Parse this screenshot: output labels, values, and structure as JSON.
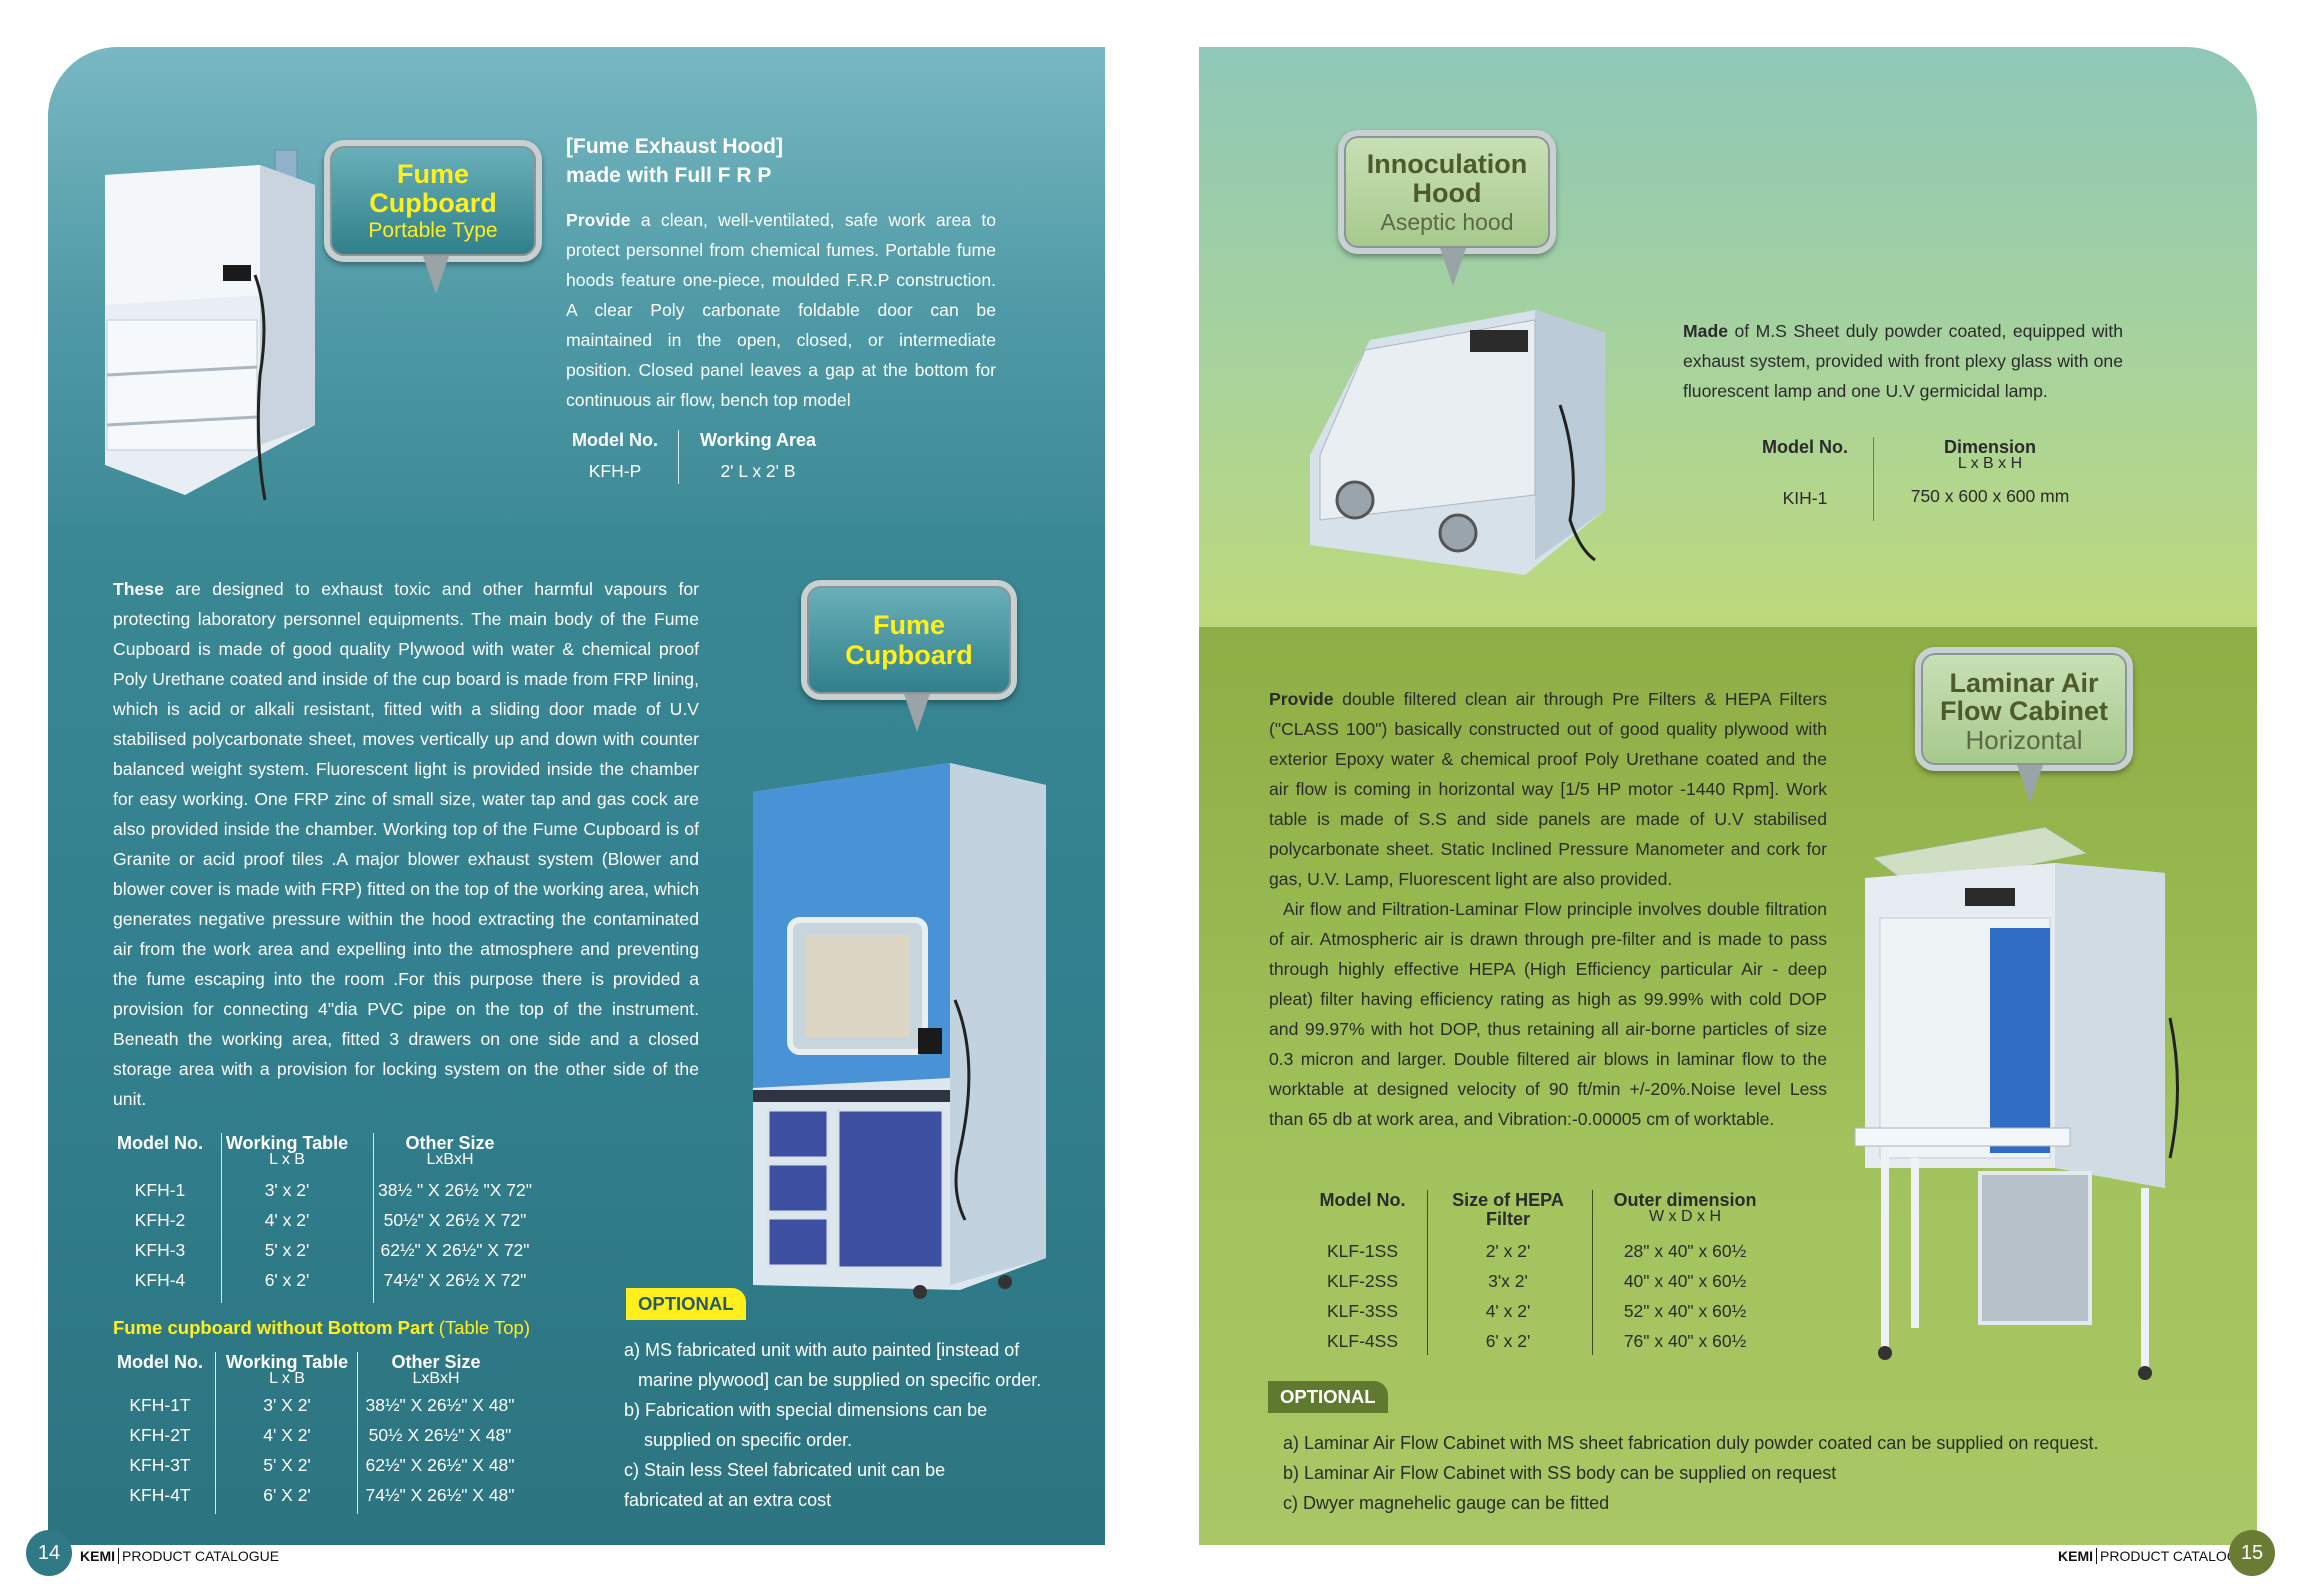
{
  "left": {
    "page_number": "14",
    "footer_brand": "KEMI",
    "footer_text": "PRODUCT CATALOGUE",
    "portable": {
      "bubble_line1": "Fume",
      "bubble_line2": "Cupboard",
      "bubble_line3": "Portable Type",
      "heading1": "[Fume Exhaust Hood]",
      "heading2": "made with Full F R P",
      "lead": "Provide",
      "text": " a clean, well-ventilated, safe work area to protect personnel from chemical fumes. Portable fume hoods feature one-piece, moulded F.R.P construction. A clear Poly carbonate foldable door can be maintained in the open, closed, or intermediate position. Closed panel leaves a gap at the bottom for continuous air flow, bench top model",
      "table": {
        "h1": "Model No.",
        "h2": "Working Area",
        "v1": "KFH-P",
        "v2": "2' L x 2' B"
      }
    },
    "cupboard": {
      "bubble_line1": "Fume",
      "bubble_line2": "Cupboard",
      "lead": "These",
      "text": " are designed to exhaust toxic and other harmful vapours for protecting laboratory personnel equipments. The main body of the Fume Cupboard is made of good quality Plywood with water & chemical proof Poly Urethane coated and inside of the cup board is made from FRP lining, which is acid or alkali resistant, fitted with a sliding door made of U.V stabilised polycarbonate sheet, moves vertically up and down with counter balanced weight system. Fluorescent light is provided inside the chamber for easy working. One FRP zinc of small size, water tap and gas cock are also provided inside the chamber. Working top of the Fume Cupboard is of Granite or acid proof tiles .A major blower exhaust system (Blower and blower cover is made with FRP) fitted on the top of the working area, which generates negative pressure within the hood extracting the contaminated air from the work area and expelling into the atmosphere and preventing the fume escaping into the room .For this purpose there is provided a provision for connecting 4\"dia PVC pipe on the top of the instrument. Beneath the working area, fitted 3 drawers on one side and a closed storage area with a provision for locking system on the other side of the unit.",
      "table1": {
        "h1": "Model No.",
        "h2": "Working Table",
        "h2sub": "L x B",
        "h3": "Other Size",
        "h3sub": "LxBxH",
        "rows": [
          [
            "KFH-1",
            "3' x 2'",
            "38½ \" X  26½  \"X 72\""
          ],
          [
            "KFH-2",
            "4' x 2'",
            "50½\"  X  26½  X 72\""
          ],
          [
            "KFH-3",
            "5' x 2'",
            "62½\" X 26½\" X 72\""
          ],
          [
            "KFH-4",
            "6' x 2'",
            "74½\" X 26½  X 72\""
          ]
        ]
      },
      "without_bottom_title": "Fume cupboard without Bottom Part",
      "without_bottom_suffix": "(Table Top)",
      "table2": {
        "h1": "Model No.",
        "h2": "Working Table",
        "h2sub": "L x B",
        "h3": "Other Size",
        "h3sub": "LxBxH",
        "rows": [
          [
            "KFH-1T",
            "3' X 2'",
            "38½\" X  26½\" X 48\""
          ],
          [
            "KFH-2T",
            "4' X 2'",
            "50½ X 26½\" X 48\""
          ],
          [
            "KFH-3T",
            "5' X 2'",
            "62½\" X 26½\" X 48\""
          ],
          [
            "KFH-4T",
            "6' X 2'",
            "74½\" X 26½\" X 48\""
          ]
        ]
      },
      "optional_label": "OPTIONAL",
      "optional_items": [
        "a) MS fabricated unit with auto painted [instead of",
        "marine plywood] can be supplied on specific order.",
        "b) Fabrication with special dimensions can be",
        "supplied on specific order.",
        "c) Stain less Steel fabricated unit can be",
        "fabricated at an extra cost"
      ]
    }
  },
  "right": {
    "page_number": "15",
    "footer_brand": "KEMI",
    "footer_text": "PRODUCT CATALOGUE",
    "innoculation": {
      "bubble_line1": "Innoculation",
      "bubble_line2": "Hood",
      "bubble_line3": "Aseptic hood",
      "lead": "Made",
      "text": " of M.S Sheet duly powder coated, equipped with exhaust system, provided with front plexy glass with one fluorescent lamp and one U.V germicidal lamp.",
      "table": {
        "h1": "Model No.",
        "h2": "Dimension",
        "h2sub": "L x B x H",
        "v1": "KIH-1",
        "v2": "750 x 600 x 600 mm"
      }
    },
    "laminar": {
      "bubble_line1": "Laminar Air",
      "bubble_line2": "Flow Cabinet",
      "bubble_line3": "Horizontal",
      "lead": "Provide",
      "text1": " double filtered clean air through Pre Filters & HEPA Filters (\"CLASS 100\") basically constructed out of good quality plywood with exterior Epoxy water & chemical proof Poly Urethane coated and the air flow is coming in horizontal way [1/5 HP motor -1440 Rpm].  Work table is made of S.S and side panels are made of U.V stabilised polycarbonate sheet. Static Inclined Pressure Manometer and cork for gas, U.V. Lamp, Fluorescent light are also provided.",
      "text2": "Air flow and Filtration-Laminar Flow principle involves double filtration of air. Atmospheric air is drawn through pre-filter and is made to pass through highly effective HEPA (High Efficiency particular Air - deep pleat) filter having efficiency rating as high as 99.99% with cold DOP and 99.97% with hot DOP, thus retaining all air-borne particles of size 0.3 micron and larger. Double filtered air blows in laminar flow to the worktable at designed velocity of 90 ft/min +/-20%.Noise level Less than 65 db at work area, and Vibration:-0.00005 cm of worktable.",
      "table": {
        "h1": "Model No.",
        "h2": "Size of HEPA",
        "h2b": "Filter",
        "h3": "Outer dimension",
        "h3sub": "W x D x H",
        "rows": [
          [
            "KLF-1SS",
            "2' x 2'",
            "28\" x 40\" x 60½"
          ],
          [
            "KLF-2SS",
            "3'x 2'",
            "40\" x 40\" x 60½"
          ],
          [
            "KLF-3SS",
            "4' x 2'",
            "52\" x 40\" x 60½"
          ],
          [
            "KLF-4SS",
            "6' x 2'",
            "76\" x 40\" x 60½"
          ]
        ]
      },
      "optional_label": "OPTIONAL",
      "optional_items": [
        "a) Laminar Air Flow Cabinet with MS sheet fabrication duly powder coated can be supplied on request.",
        "b) Laminar Air Flow Cabinet with SS body can be supplied on request",
        "c) Dwyer magnehelic gauge can be fitted"
      ]
    }
  },
  "colors": {
    "teal": "#3a8893",
    "green": "#a3c35e",
    "yellow": "#ffef1d"
  }
}
